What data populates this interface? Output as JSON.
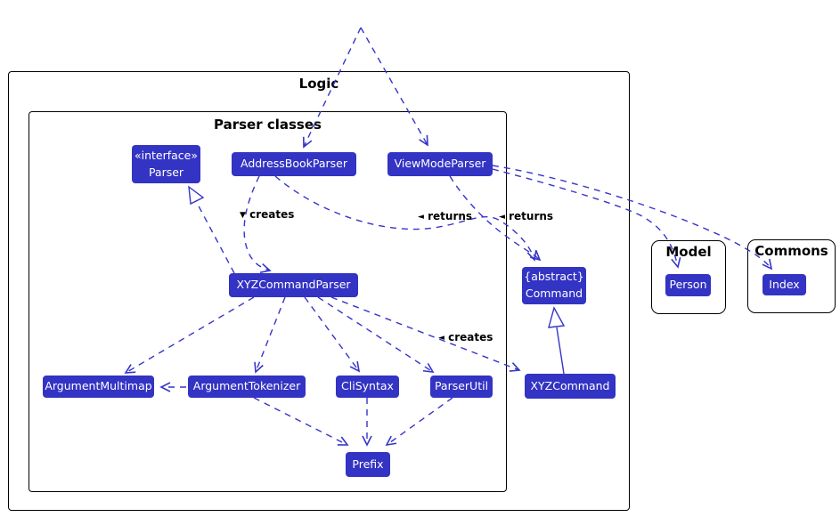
{
  "diagram": {
    "frames": {
      "logic": {
        "title": "Logic"
      },
      "parser_classes": {
        "title": "Parser classes"
      },
      "model": {
        "title": "Model"
      },
      "commons": {
        "title": "Commons"
      }
    },
    "nodes": {
      "parser_interface": {
        "stereotype": "«interface»",
        "name": "Parser"
      },
      "address_book_parser": {
        "name": "AddressBookParser"
      },
      "view_mode_parser": {
        "name": "ViewModeParser"
      },
      "xyz_command_parser": {
        "name": "XYZCommandParser"
      },
      "command": {
        "stereotype": "{abstract}",
        "name": "Command"
      },
      "argument_multimap": {
        "name": "ArgumentMultimap"
      },
      "argument_tokenizer": {
        "name": "ArgumentTokenizer"
      },
      "cli_syntax": {
        "name": "CliSyntax"
      },
      "parser_util": {
        "name": "ParserUtil"
      },
      "xyz_command": {
        "name": "XYZCommand"
      },
      "prefix": {
        "name": "Prefix"
      },
      "person": {
        "name": "Person"
      },
      "index": {
        "name": "Index"
      }
    },
    "edge_labels": {
      "creates_top": {
        "glyph": "▼",
        "text": "creates"
      },
      "returns_left": {
        "glyph": "◄",
        "text": "returns"
      },
      "returns_right": {
        "glyph": "◄",
        "text": "returns"
      },
      "creates_bottom": {
        "glyph": "◄",
        "text": "creates"
      }
    },
    "edges": [
      {
        "from": "hidden-outside",
        "to": "AddressBookParser",
        "style": "dashed-arrow"
      },
      {
        "from": "hidden-outside",
        "to": "ViewModeParser",
        "style": "dashed-arrow"
      },
      {
        "from": "AddressBookParser",
        "to": "XYZCommandParser",
        "style": "dashed-arrow",
        "label": "creates"
      },
      {
        "from": "XYZCommandParser",
        "to": "Parser",
        "style": "dashed-realization"
      },
      {
        "from": "AddressBookParser",
        "to": "Command",
        "style": "dashed-arrow",
        "label": "returns"
      },
      {
        "from": "ViewModeParser",
        "to": "Command",
        "style": "dashed-arrow",
        "label": "returns"
      },
      {
        "from": "ViewModeParser",
        "to": "Person",
        "style": "dashed-arrow"
      },
      {
        "from": "ViewModeParser",
        "to": "Index",
        "style": "dashed-arrow"
      },
      {
        "from": "XYZCommandParser",
        "to": "ArgumentMultimap",
        "style": "dashed-arrow"
      },
      {
        "from": "XYZCommandParser",
        "to": "ArgumentTokenizer",
        "style": "dashed-arrow"
      },
      {
        "from": "XYZCommandParser",
        "to": "CliSyntax",
        "style": "dashed-arrow"
      },
      {
        "from": "XYZCommandParser",
        "to": "ParserUtil",
        "style": "dashed-arrow"
      },
      {
        "from": "XYZCommandParser",
        "to": "XYZCommand",
        "style": "dashed-arrow",
        "label": "creates"
      },
      {
        "from": "ArgumentTokenizer",
        "to": "ArgumentMultimap",
        "style": "dashed-arrow"
      },
      {
        "from": "ArgumentTokenizer",
        "to": "Prefix",
        "style": "dashed-arrow"
      },
      {
        "from": "CliSyntax",
        "to": "Prefix",
        "style": "dashed-arrow"
      },
      {
        "from": "ParserUtil",
        "to": "Prefix",
        "style": "dashed-arrow"
      },
      {
        "from": "XYZCommand",
        "to": "Command",
        "style": "solid-inheritance"
      }
    ],
    "colors": {
      "node_fill": "#3333c4",
      "node_text": "#ffffff",
      "edge": "#3634c9",
      "frame_border": "#000000",
      "label_text": "#000000",
      "background": "#ffffff"
    }
  }
}
